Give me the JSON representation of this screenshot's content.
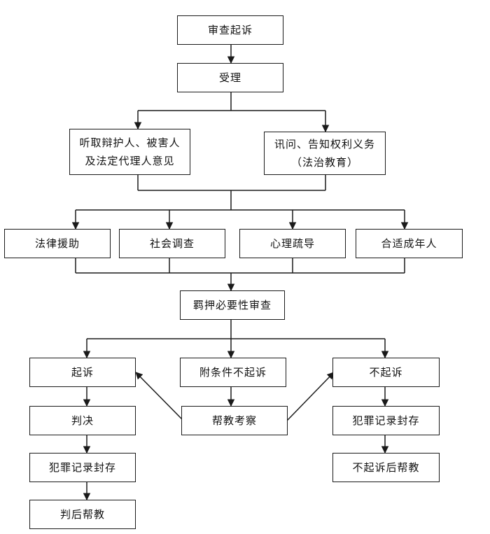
{
  "nodes": {
    "review_prosecution": "审查起诉",
    "accept": "受理",
    "hear_opinions": [
      "听取辩护人、被害人",
      "及法定代理人意见"
    ],
    "interrogate": [
      "讯问、告知权利义务",
      "（法治教育）"
    ],
    "legal_aid": "法律援助",
    "social_survey": "社会调查",
    "counseling": "心理疏导",
    "appropriate_adult": "合适成年人",
    "detention_review": "羁押必要性审查",
    "prosecute": "起诉",
    "conditional_non_prosecution": "附条件不起诉",
    "non_prosecution": "不起诉",
    "judgment": "判决",
    "record_sealing_left": "犯罪记录封存",
    "post_judgment_assistance": "判后帮教",
    "assistance_observation": "帮教考察",
    "record_sealing_right": "犯罪记录封存",
    "post_non_prosecution_assistance": "不起诉后帮教"
  }
}
